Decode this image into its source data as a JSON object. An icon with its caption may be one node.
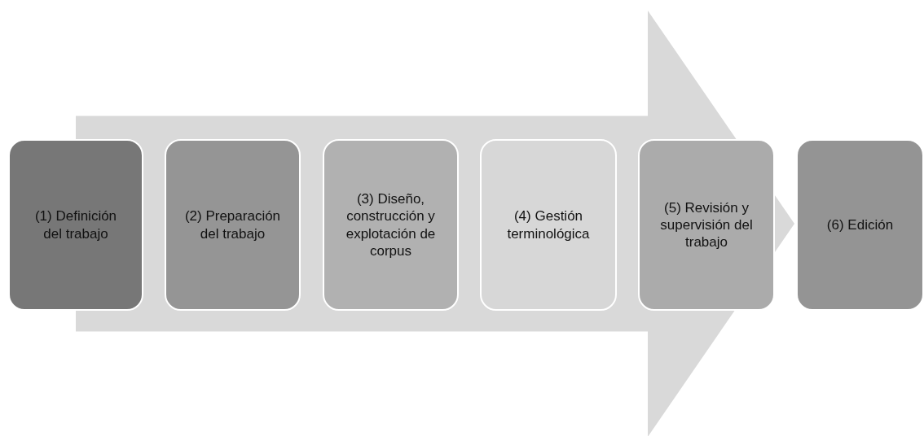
{
  "diagram": {
    "nodes": [
      {
        "text": [
          "(1) Definición del trabajo"
        ]
      },
      {
        "text": [
          "(2) Preparación del trabajo"
        ]
      },
      {
        "text": [
          "(3) Diseño, construcción y explotación de corpus"
        ]
      },
      {
        "text": [
          "(4) Gestión terminológica"
        ]
      },
      {
        "text": [
          "(5) Revisión y supervisión del trabajo"
        ]
      },
      {
        "text": [
          "(6) Edición"
        ]
      }
    ],
    "edges": [
      {
        "from": 0,
        "to": 5,
        "arrow": "to",
        "style": "thick"
      }
    ]
  }
}
